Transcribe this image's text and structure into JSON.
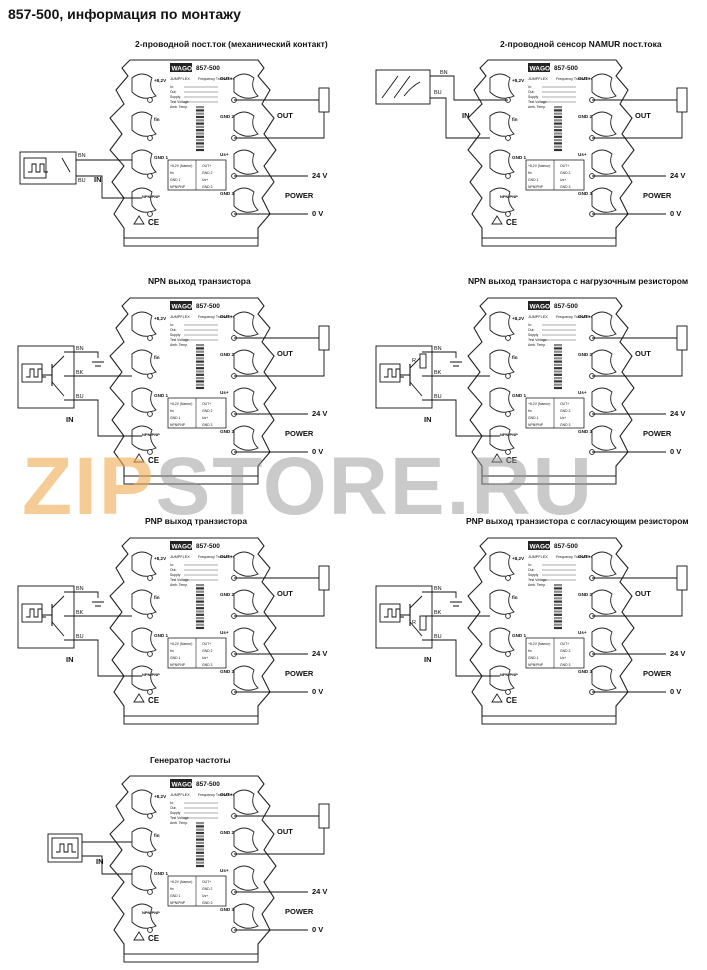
{
  "page_title": "857-500, информация по монтажу",
  "device": {
    "brand": "WAGO",
    "model": "857-500",
    "jumpflex": "JUMPFLEX",
    "caption": "Frequency Transducer",
    "spec_lines": [
      "In:",
      "Out:",
      "Supply",
      "Test Voltage",
      "Amb. Temp."
    ],
    "terminals_left": [
      "+8,2V",
      "fin",
      "GND 1",
      "NPN/PNP"
    ],
    "terminals_right": [
      "OUT+",
      "GND 2",
      "Us+",
      "GND 3"
    ],
    "table_rows": [
      "+8,2V (Namur)",
      "fin",
      "GND 1",
      "NPN/PNP"
    ],
    "table_right": [
      "OUT+",
      "GND 2",
      "Us+",
      "GND 3"
    ],
    "power_badge": "POWER",
    "ce": "CE"
  },
  "labels": {
    "out": "OUT",
    "in": "IN",
    "power": "POWER",
    "v24": "24 V",
    "v0": "0 V",
    "bn": "BN",
    "bu": "BU",
    "bk": "BK",
    "r": "R"
  },
  "sections": [
    {
      "id": "mech",
      "title": "2-проводной пост.ток (механический контакт)"
    },
    {
      "id": "namur",
      "title": "2-проводной сенсор NAMUR пост.тока"
    },
    {
      "id": "npn",
      "title": "NPN выход транзистора"
    },
    {
      "id": "npn-r",
      "title": "NPN выход транзистора с нагрузочным резистором"
    },
    {
      "id": "pnp",
      "title": "PNP выход транзистора"
    },
    {
      "id": "pnp-r",
      "title": "PNP выход транзистора с согласующим резистором"
    },
    {
      "id": "gen",
      "title": "Генератор частоты"
    }
  ],
  "watermark": {
    "part1": "ZIP",
    "part2": "STORE.RU"
  }
}
